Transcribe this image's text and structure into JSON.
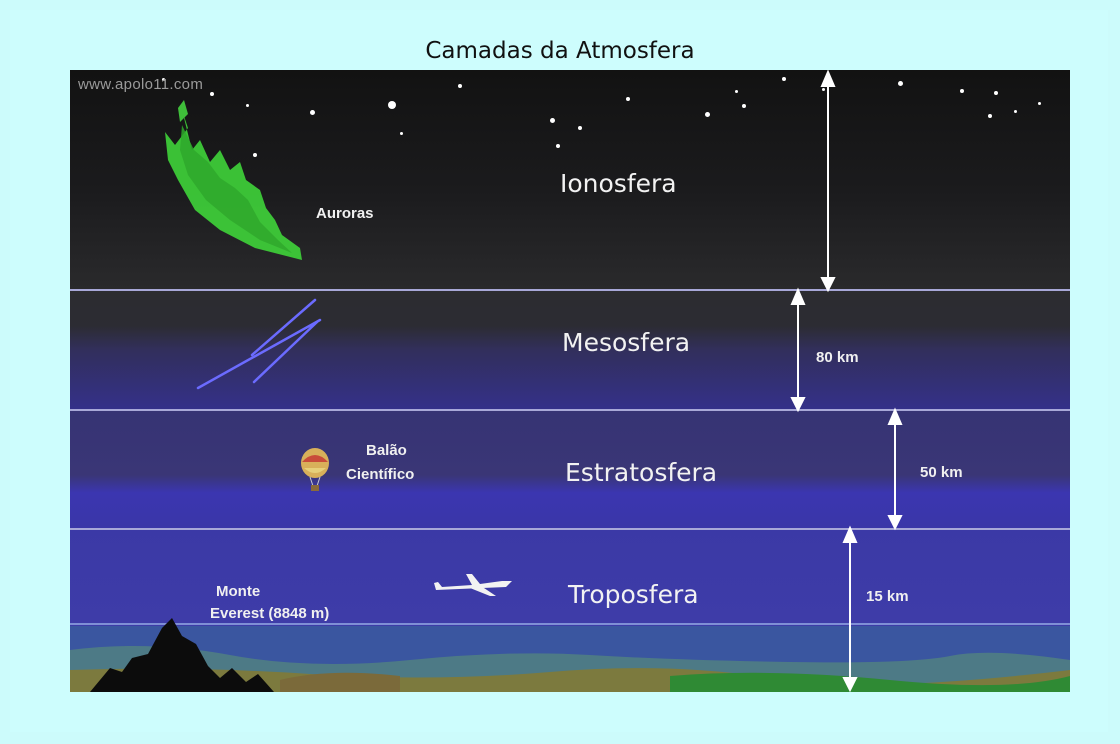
{
  "title": "Camadas da Atmosfera",
  "watermark": "www.apolo11.com",
  "layers": {
    "ionosphere": "Ionosfera",
    "mesosphere": "Mesosfera",
    "stratosphere": "Estratosfera",
    "troposphere": "Troposfera"
  },
  "annotations": {
    "auroras": "Auroras",
    "balloon_line1": "Balão",
    "balloon_line2": "Científico",
    "everest_line1": "Monte",
    "everest_line2": "Everest  (8848 m)"
  },
  "altitudes": {
    "mesosphere_top": "80 km",
    "stratosphere_top": "50 km",
    "troposphere_top": "15 km"
  },
  "colors": {
    "background": "#ccfbfb",
    "aurora": "#3fd43a",
    "meteor": "#6b6bff",
    "arrow": "#ffffff"
  }
}
